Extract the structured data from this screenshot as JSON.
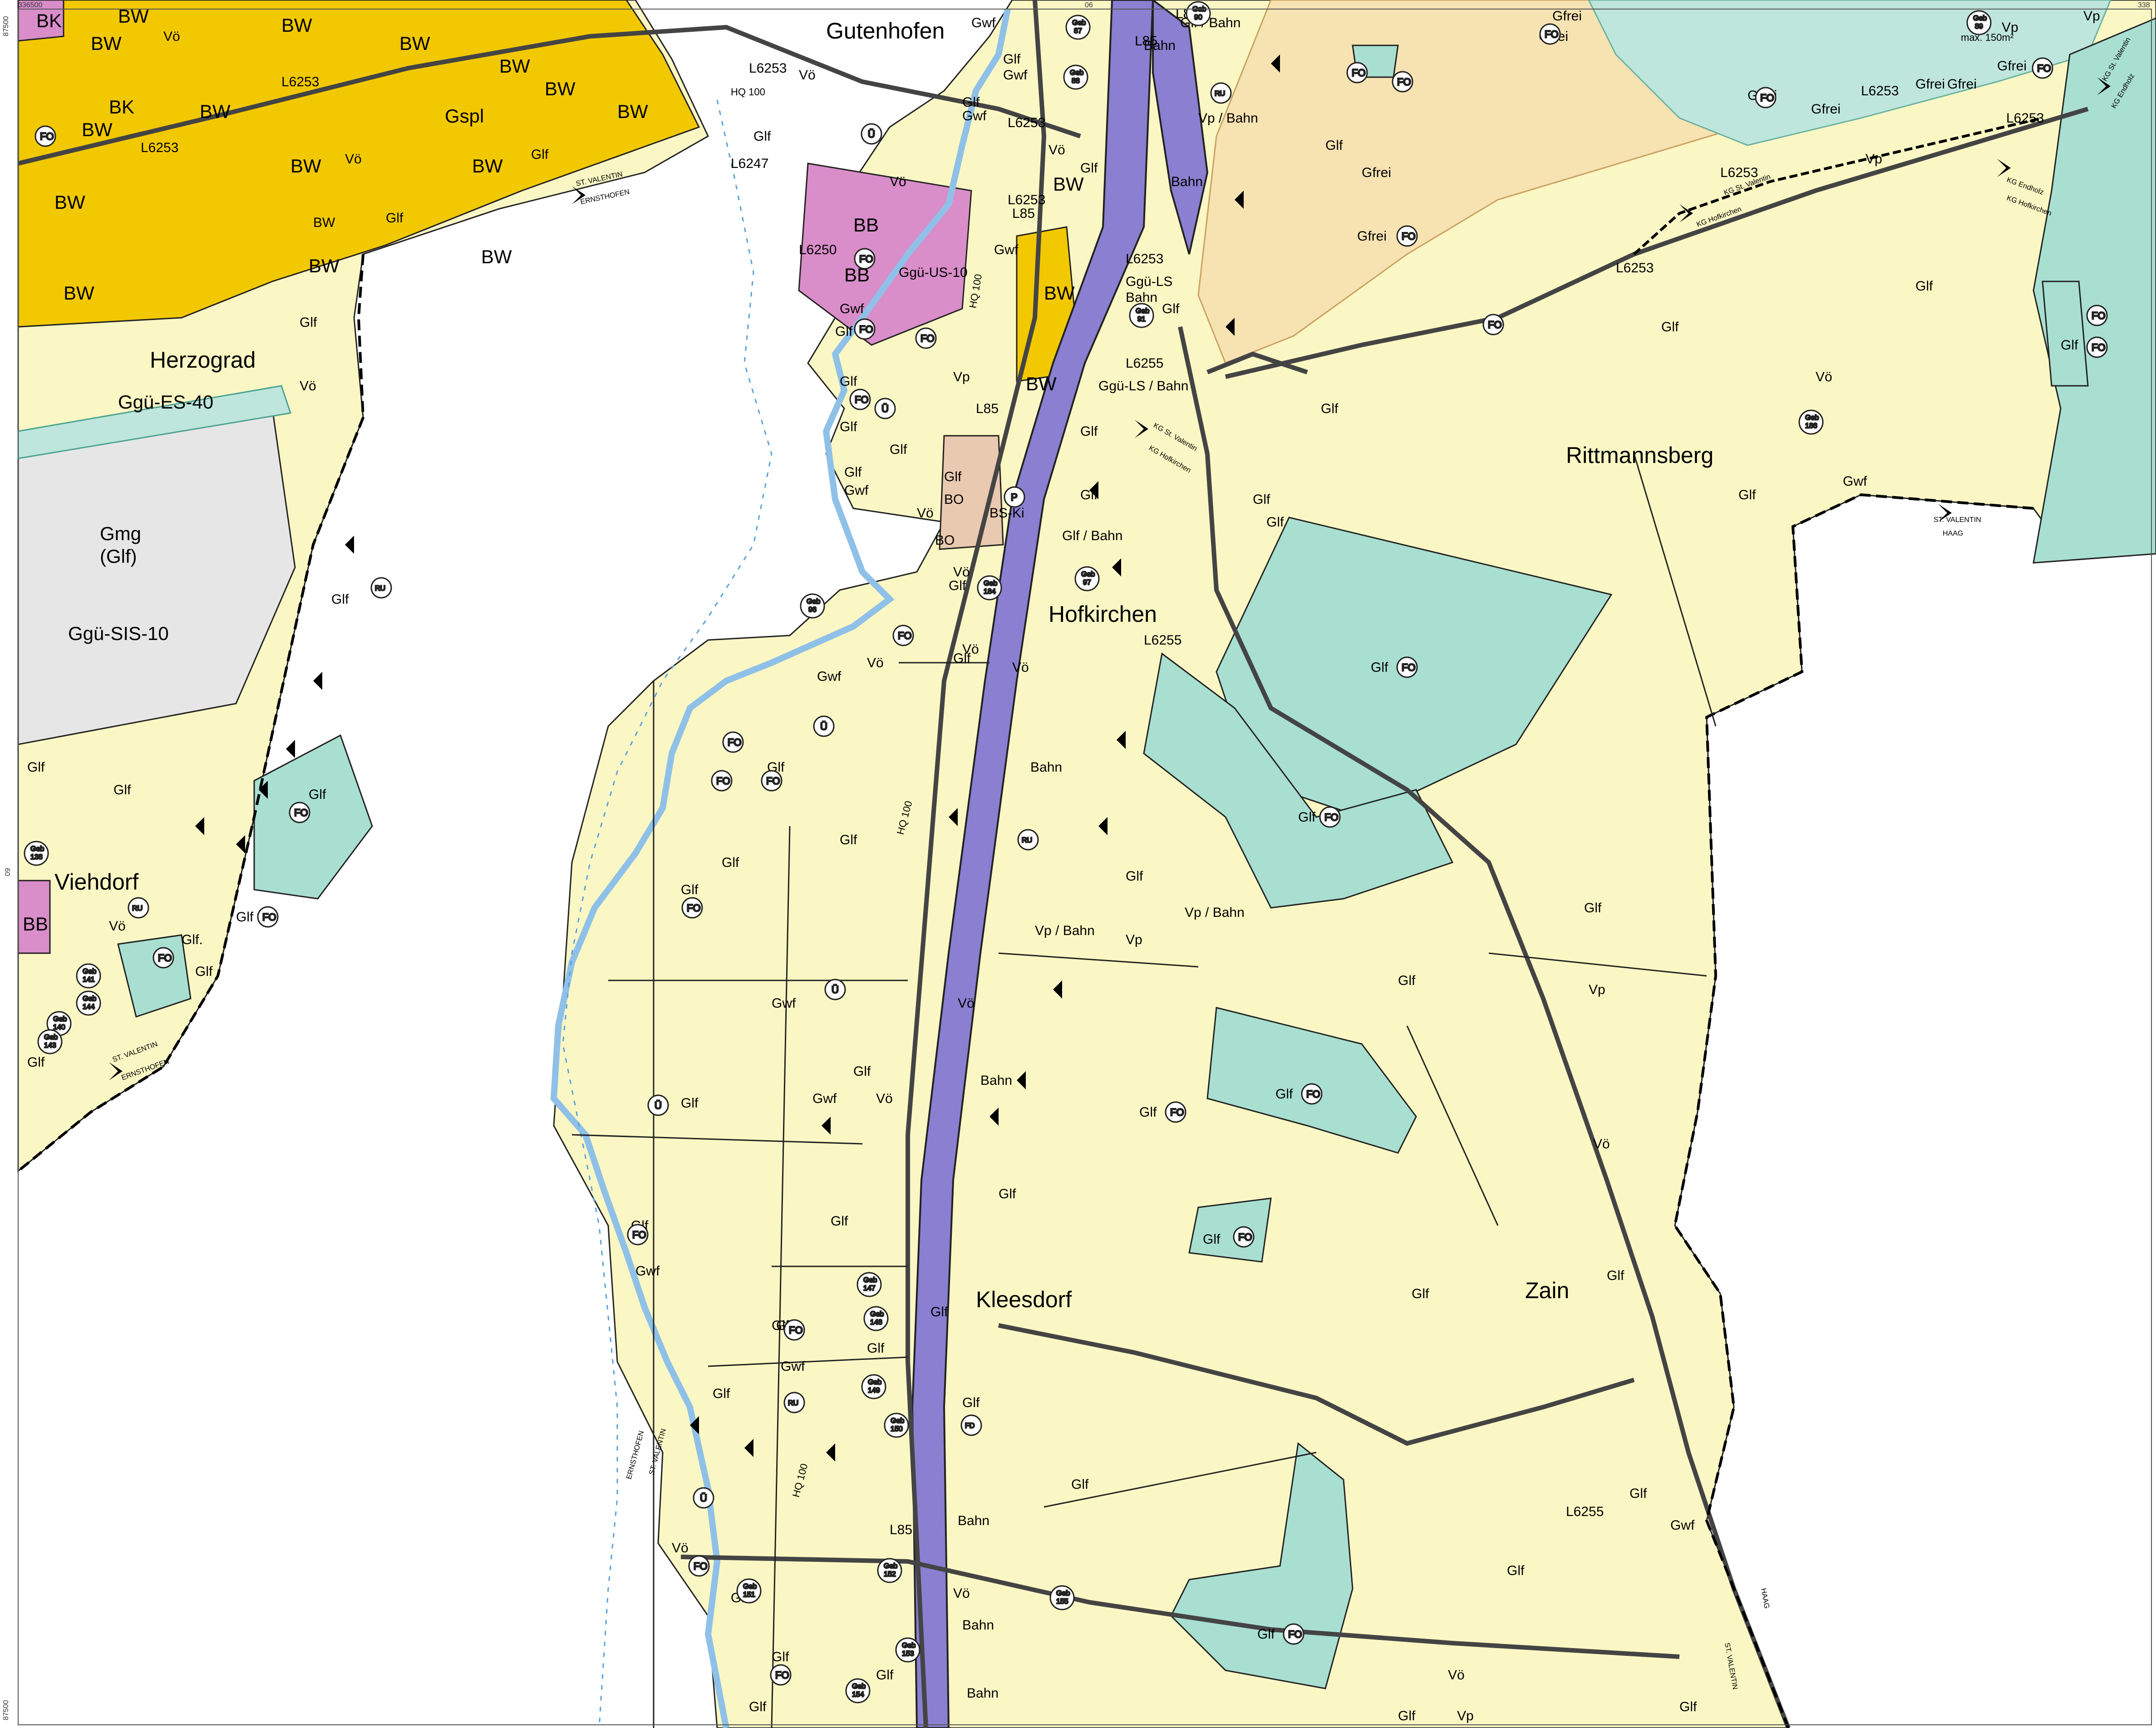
{
  "colors": {
    "agri": "#fbf7c4",
    "forest": "#a8dfd1",
    "residential": "#f2c800",
    "mixed": "#d98dc9",
    "railway": "#8a7fd0",
    "industrial": "#e6e6e6",
    "freeland": "#f7e2b2",
    "water": "#8fc1e8",
    "boundary": "#000000"
  },
  "coords": {
    "top_left": "336500",
    "top_center": "06",
    "top_right": "338",
    "left_top": "87500",
    "left_mid": "09",
    "left_bottom": "87500"
  },
  "places": {
    "gutenhofen": "Gutenhofen",
    "herzograd": "Herzograd",
    "viehdorf": "Viehdorf",
    "hofkirchen": "Hofkirchen",
    "rittmannsberg": "Rittmannsberg",
    "kleesdorf": "Kleesdorf",
    "zain": "Zain"
  },
  "zones": {
    "glf": "Glf",
    "gwf": "Gwf",
    "vo": "Vö",
    "vp": "Vp",
    "bw": "BW",
    "bk": "BK",
    "bb": "BB",
    "bo": "BO",
    "gfrei": "Gfrei",
    "bahn": "Bahn",
    "glf_bahn": "Glf / Bahn",
    "vp_bahn": "Vp / Bahn",
    "gspl": "Gspl",
    "ggu_us10": "Ggü-US-10",
    "ggu_es40": "Ggü-ES-40",
    "ggu_sis10": "Ggü-SIS-10",
    "ggu_ls": "Ggü-LS",
    "ggu_ls_bahn": "Ggü-LS / Bahn",
    "gmg": "Gmg",
    "gmg_sub": "(Glf)",
    "bs_ki": "BS-Ki",
    "glf_dot": "Glf.",
    "max": "max. 150m²"
  },
  "roads": {
    "l6253": "L6253",
    "l6247": "L6247",
    "l6250": "L6250",
    "l6255": "L6255",
    "l85": "L85",
    "hq100": "HQ 100"
  },
  "boundaries": {
    "st_valentin": "ST. VALENTIN",
    "ernsthofen": "ERNSTHOFEN",
    "haag": "HAAG",
    "kg_st_valentin": "KG St. Valentin",
    "kg_hofkirchen": "KG Hofkirchen",
    "kg_endholz": "KG Endholz"
  },
  "markers": {
    "fo": "FO",
    "u": "Ü",
    "ru": "RU",
    "fd": "FD",
    "p": "P",
    "geb": "Geb",
    "geb_87": "87",
    "geb_88": "88",
    "geb_89": "89",
    "geb_90": "90",
    "geb_91": "91",
    "geb_96": "96",
    "geb_97": "97",
    "geb_138": "138",
    "geb_140": "140",
    "geb_141": "141",
    "geb_143": "143",
    "geb_144": "144",
    "geb_147": "147",
    "geb_148": "148",
    "geb_149": "149",
    "geb_150": "150",
    "geb_151": "151",
    "geb_152": "152",
    "geb_153": "153",
    "geb_154": "154",
    "geb_155": "155",
    "geb_184": "184",
    "geb_186": "186"
  }
}
